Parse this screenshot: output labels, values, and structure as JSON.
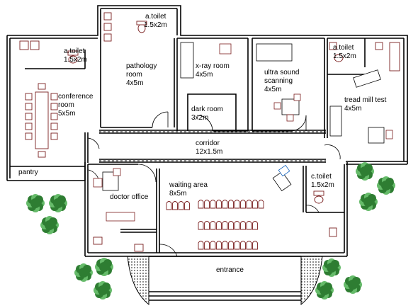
{
  "rooms": {
    "toilet_top": {
      "name": "a.toilet",
      "size": "1.5x2m"
    },
    "toilet_left": {
      "name": "a.toilet",
      "size": "1.5x2m"
    },
    "toilet_right": {
      "name": "a.toilet",
      "size": "1.5x2m"
    },
    "pathology": {
      "name_1": "pathology",
      "name_2": "room",
      "size": "4x5m"
    },
    "xray": {
      "name": "x-ray room",
      "size": "4x5m"
    },
    "ultrasound": {
      "name_1": "ultra sound",
      "name_2": "scanning",
      "size": "4x5m"
    },
    "treadmill": {
      "name": "tread mill test",
      "size": "4x5m"
    },
    "conference": {
      "name_1": "conference",
      "name_2": "room",
      "size": "5x5m"
    },
    "darkroom": {
      "name": "dark room",
      "size": "3x2m"
    },
    "corridor": {
      "name": "corridor",
      "size": "12x1.5m"
    },
    "pantry": {
      "name": "pantry"
    },
    "waiting": {
      "name": "waiting area",
      "size": "8x5m"
    },
    "doctor": {
      "name": "doctor office"
    },
    "ctoilet": {
      "name": "c.toilet",
      "size": "1.5x2m"
    },
    "entrance": {
      "name": "entrance"
    }
  },
  "colors": {
    "wall": "#000000",
    "shrub": "#2e7d32",
    "shrub_light": "#66bb6a",
    "furniture": "#7a1f1f",
    "accent": "#1565c0"
  }
}
